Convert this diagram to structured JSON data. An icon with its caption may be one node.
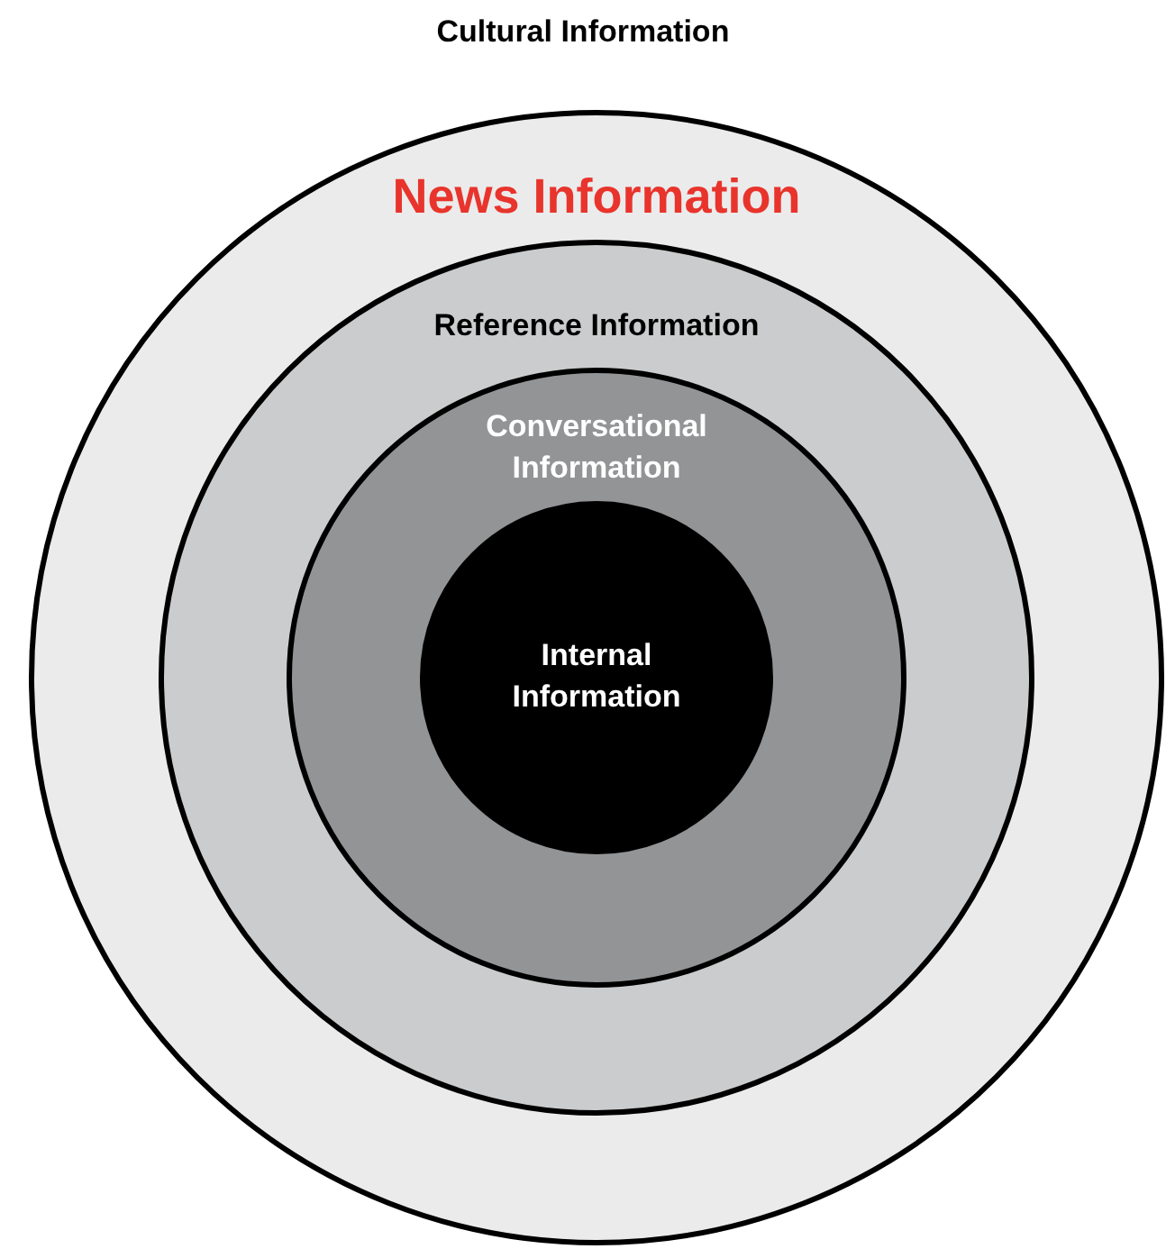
{
  "diagram": {
    "title": "Cultural Information",
    "nodes": [
      {
        "text": [
          "News Information"
        ]
      },
      {
        "text": [
          "Reference Information"
        ],
        "in": 0
      },
      {
        "text": [
          "Conversational Information"
        ],
        "in": 1
      },
      {
        "text": [
          "Internal Information"
        ],
        "in": 2
      }
    ]
  }
}
